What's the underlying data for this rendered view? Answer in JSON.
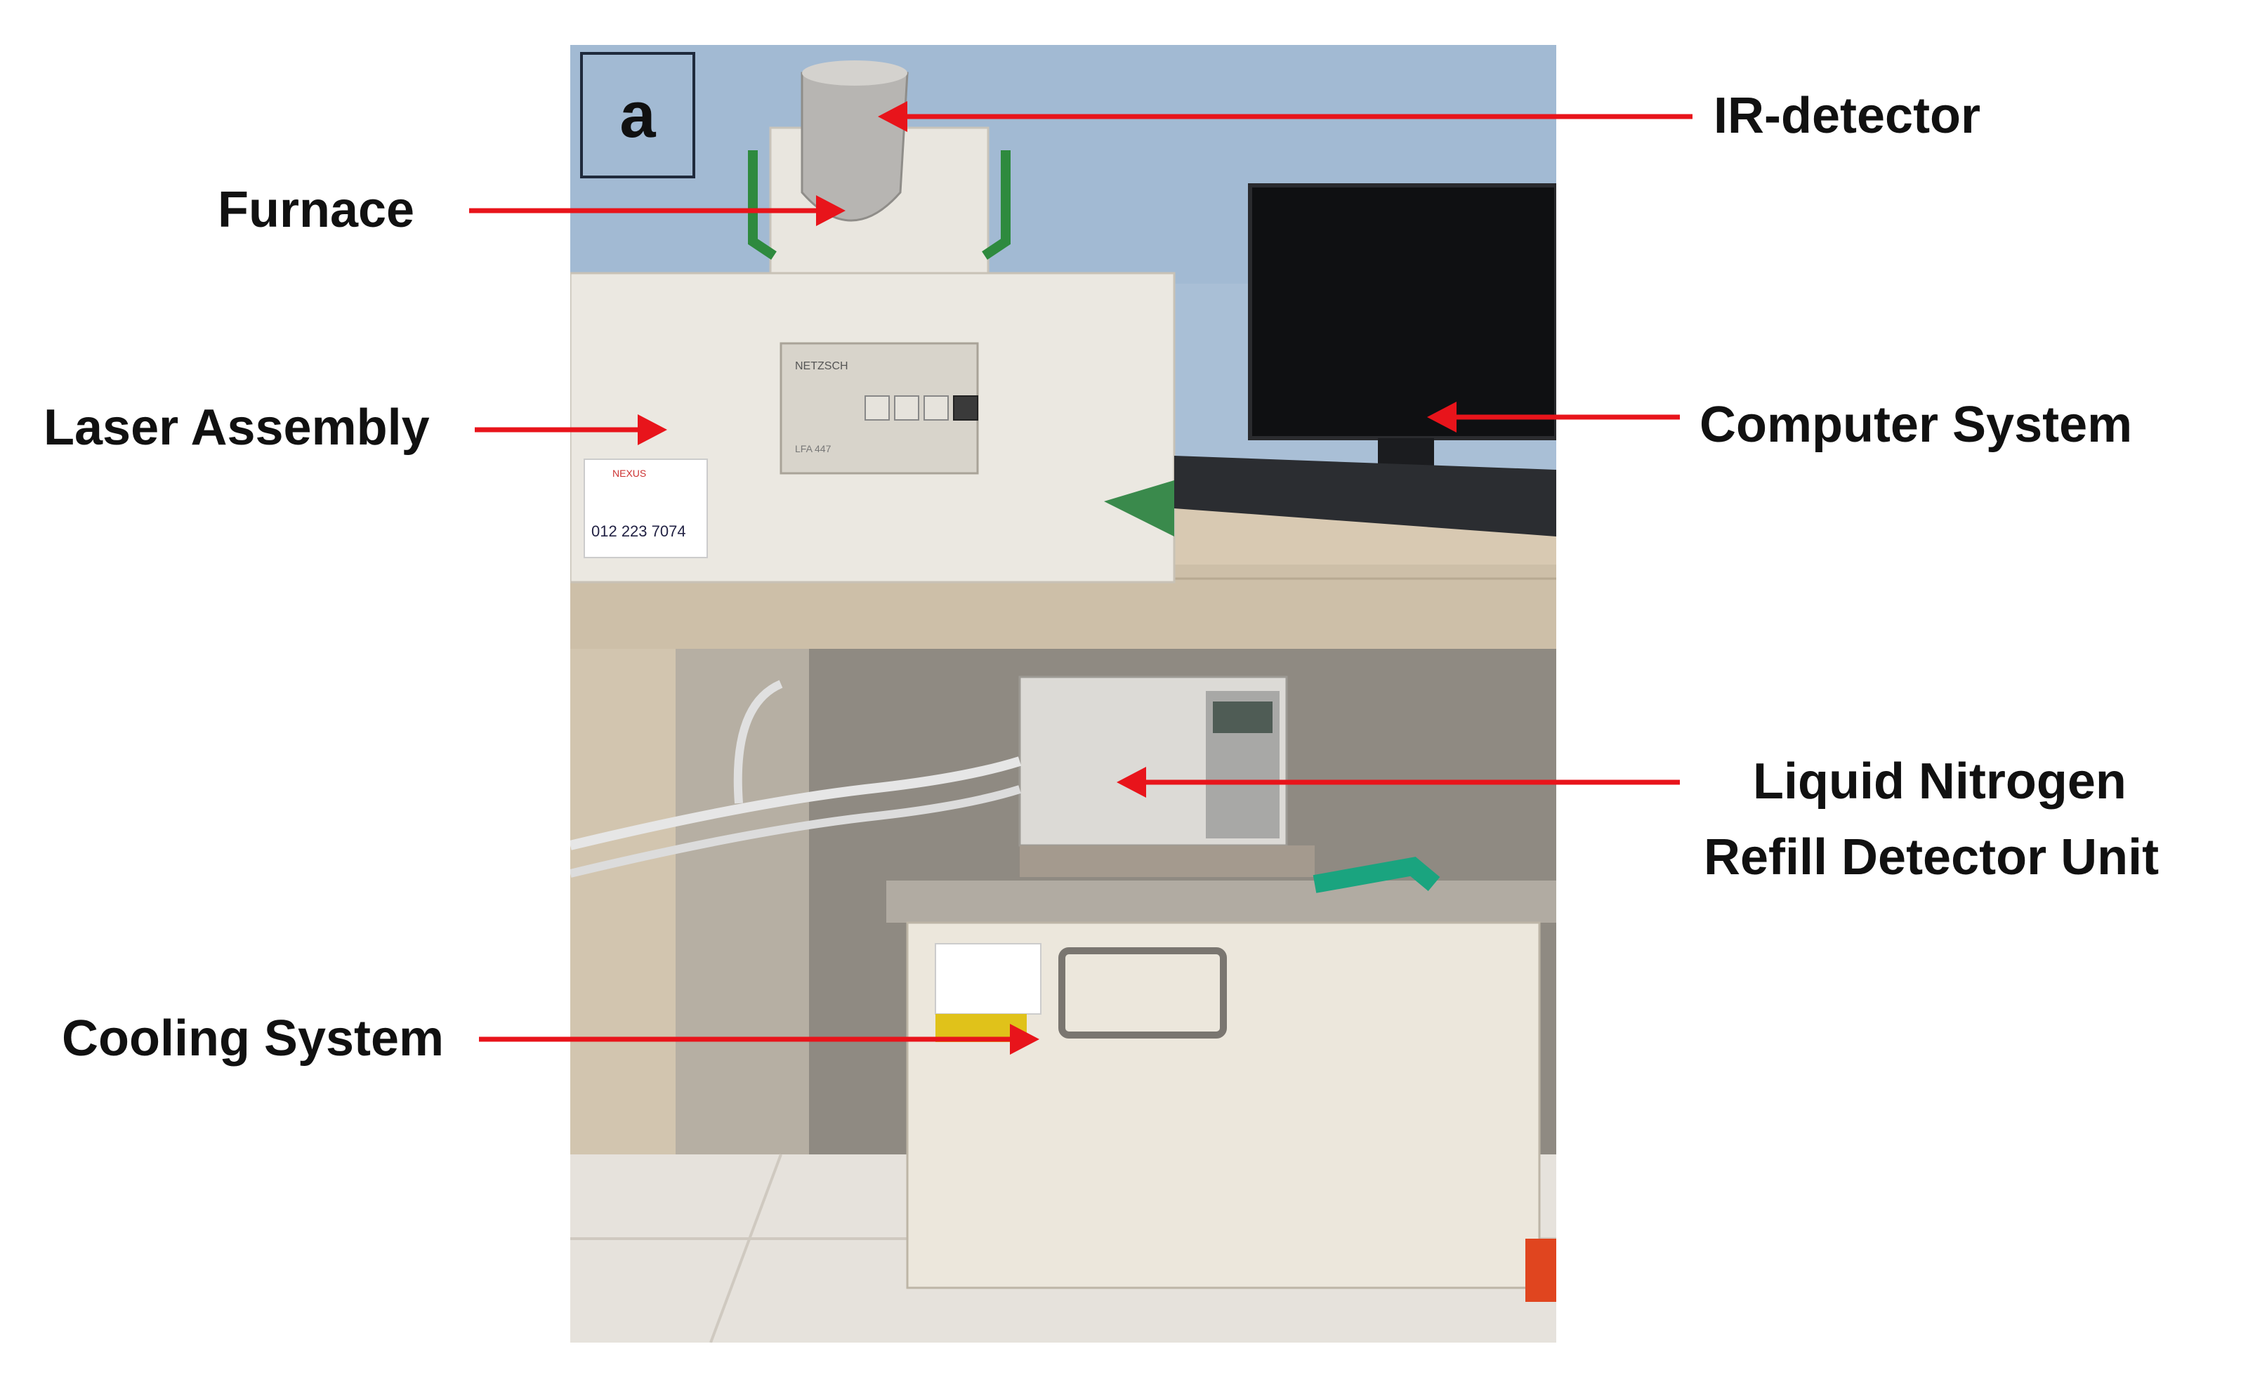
{
  "panel_label": "a",
  "labels": {
    "ir_detector": "IR-detector",
    "furnace": "Furnace",
    "laser_assembly": "Laser Assembly",
    "computer_system": "Computer System",
    "liquid_nitrogen_line1": "Liquid Nitrogen",
    "liquid_nitrogen_line2": "Refill Detector Unit",
    "cooling_system": "Cooling System"
  },
  "photo_text": {
    "device_model": "LFA 447",
    "brand": "NETZSCH",
    "sticker_phone": "012 223 7074",
    "sticker_brand": "NEXUS"
  },
  "colors": {
    "arrow": "#e8141b",
    "label_text": "#111111"
  }
}
